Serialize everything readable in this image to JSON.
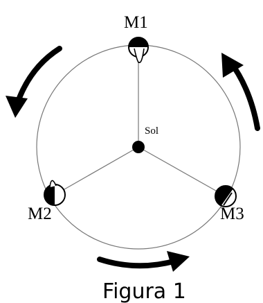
{
  "labels": {
    "sun": "Sol",
    "moon1": "M1",
    "moon2": "M2",
    "moon3": "M3"
  },
  "caption": "Figura 1",
  "colors": {
    "ink": "#000000",
    "background": "#ffffff",
    "orbit": "#777777"
  },
  "arrows": {
    "top_left": "counterclockwise",
    "right": "counterclockwise",
    "bottom": "counterclockwise"
  }
}
